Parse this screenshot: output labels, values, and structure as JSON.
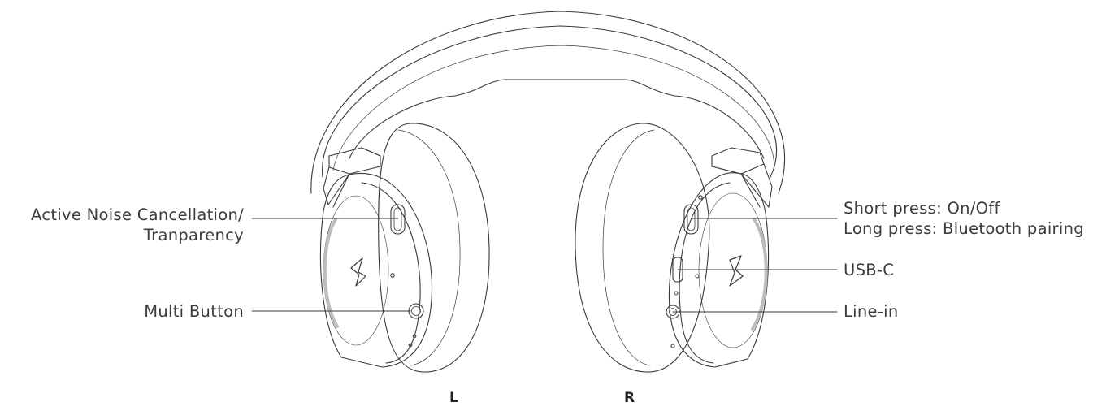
{
  "labels": {
    "anc_line1": "Active Noise Cancellation/",
    "anc_line2": "Tranparency",
    "multi_button": "Multi Button",
    "power_line1": "Short press: On/Off",
    "power_line2": "Long press: Bluetooth pairing",
    "usbc": "USB-C",
    "line_in": "Line-in"
  },
  "sides": {
    "left": "L",
    "right": "R"
  },
  "colors": {
    "outline": "#3a3a3a",
    "text": "#3c3c3c",
    "background": "#ffffff"
  }
}
